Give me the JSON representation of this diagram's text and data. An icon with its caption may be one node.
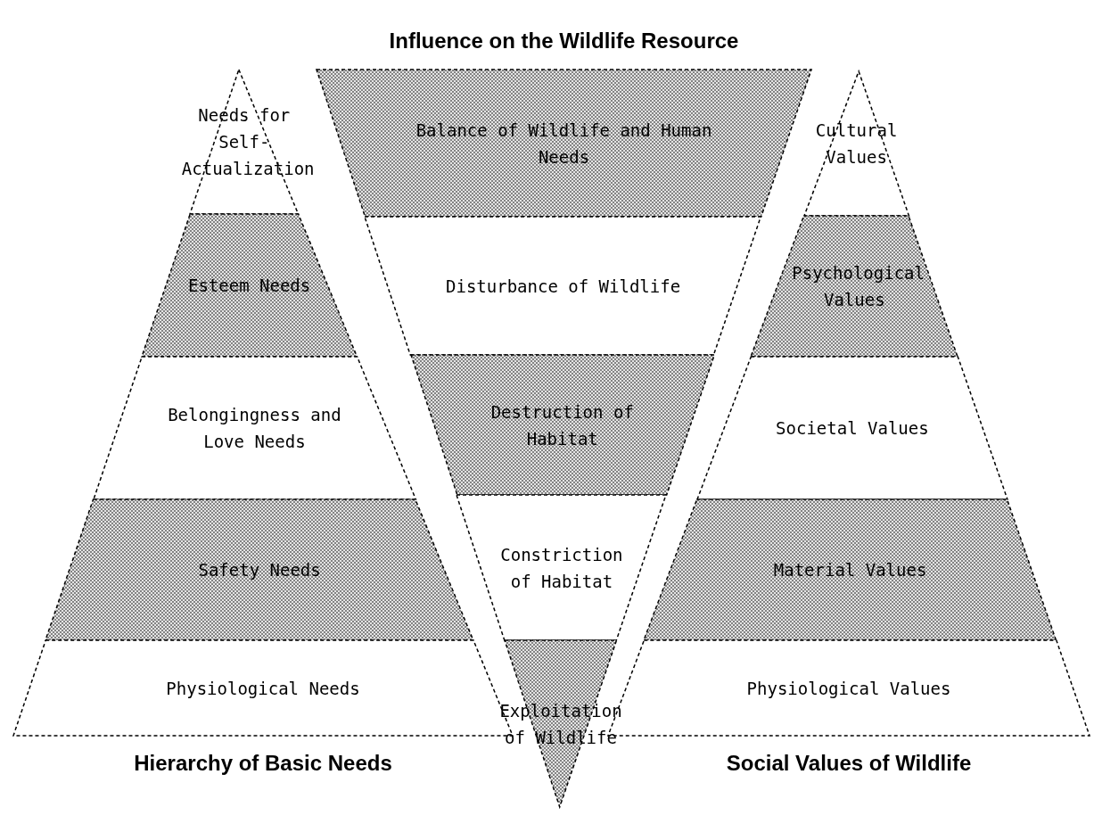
{
  "diagram": {
    "nodes": [
      {
        "text": [
          "Needs for Self-Actualization"
        ]
      },
      {
        "text": [
          "Esteem Needs"
        ]
      },
      {
        "text": [
          "Belongingness and Love Needs"
        ]
      },
      {
        "text": [
          "Safety Needs"
        ]
      },
      {
        "text": [
          "Physiological Needs"
        ]
      },
      {
        "text": [
          "Balance of Wildlife and Human Needs"
        ]
      },
      {
        "text": [
          "Disturbance of Wildlife"
        ]
      },
      {
        "text": [
          "Destruction of Habitat"
        ]
      },
      {
        "text": [
          "Constriction of Habitat"
        ]
      },
      {
        "text": [
          "Exploitation of Wildlife"
        ]
      },
      {
        "text": [
          "Cultural Values"
        ]
      },
      {
        "text": [
          "Psychological Values"
        ]
      },
      {
        "text": [
          "Societal Values"
        ]
      },
      {
        "text": [
          "Material Values"
        ]
      },
      {
        "text": [
          "Physiological Values"
        ]
      }
    ],
    "labels": [
      "Influence on the Wildlife Resource",
      "Hierarchy of Basic Needs",
      "Social Values of Wildlife"
    ]
  }
}
